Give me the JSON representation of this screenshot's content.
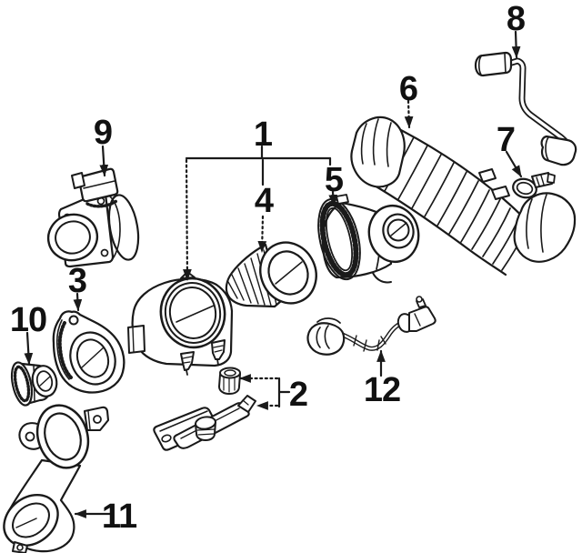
{
  "diagram": {
    "kind": "exploded-parts-diagram",
    "background_color": "#ffffff",
    "ink_color": "#1a1a1a",
    "callouts": [
      {
        "number": "1"
      },
      {
        "number": "2"
      },
      {
        "number": "3"
      },
      {
        "number": "4"
      },
      {
        "number": "5"
      },
      {
        "number": "6"
      },
      {
        "number": "7"
      },
      {
        "number": "8"
      },
      {
        "number": "9"
      },
      {
        "number": "10"
      },
      {
        "number": "11"
      },
      {
        "number": "12"
      }
    ]
  }
}
